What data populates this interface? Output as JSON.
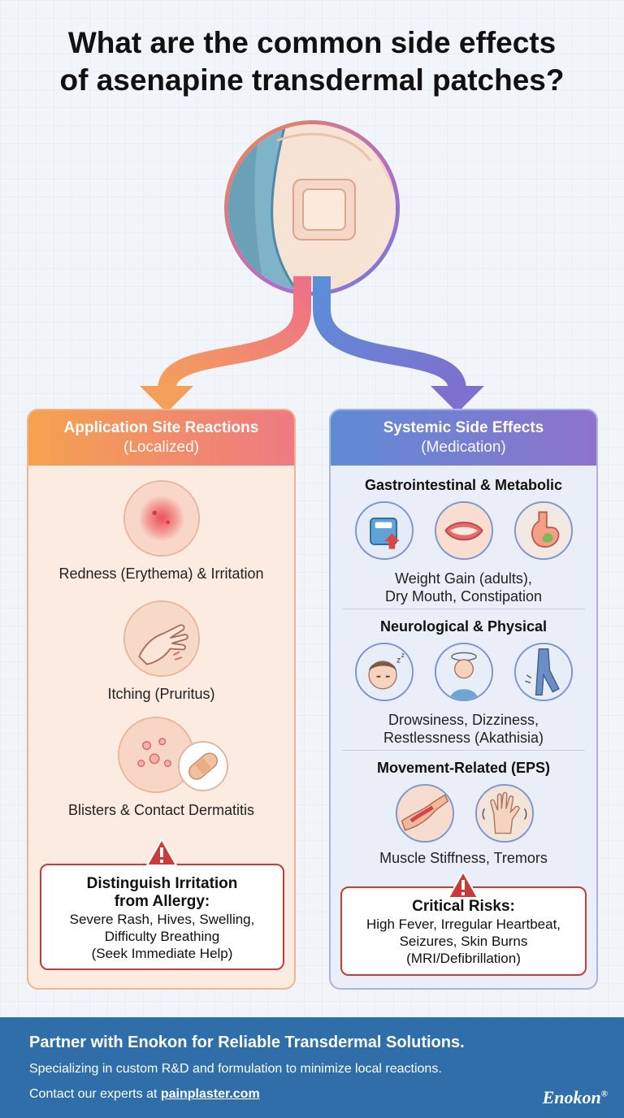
{
  "title": {
    "line1": "What are the common side effects",
    "line2": "of asenapine transdermal patches?"
  },
  "left_panel": {
    "heading": "Application Site Reactions",
    "subheading": "(Localized)",
    "items": [
      {
        "label": "Redness (Erythema) & Irritation",
        "icon": "redness-skin-icon"
      },
      {
        "label": "Itching (Pruritus)",
        "icon": "itching-hand-icon"
      },
      {
        "label": "Blisters & Contact Dermatitis",
        "icon": "blisters-bandage-icon"
      }
    ],
    "warning": {
      "title_line1": "Distinguish Irritation",
      "title_line2": "from Allergy:",
      "line1": "Severe Rash, Hives, Swelling,",
      "line2": "Difficulty Breathing",
      "line3": "(Seek Immediate Help)"
    }
  },
  "right_panel": {
    "heading": "Systemic Side Effects",
    "subheading": "(Medication)",
    "sections": [
      {
        "title": "Gastrointestinal & Metabolic",
        "line1": "Weight Gain (adults),",
        "line2": "Dry Mouth, Constipation"
      },
      {
        "title": "Neurological & Physical",
        "line1": "Drowsiness, Dizziness,",
        "line2": "Restlessness (Akathisia)"
      },
      {
        "title": "Movement-Related (EPS)",
        "line1": "Muscle Stiffness, Tremors"
      }
    ],
    "warning": {
      "title": "Critical Risks:",
      "line1": "High Fever, Irregular Heartbeat,",
      "line2": "Seizures, Skin Burns",
      "line3": "(MRI/Defibrillation)"
    }
  },
  "footer": {
    "headline": "Partner with Enokon for Reliable Transdermal Solutions.",
    "subline": "Specializing in custom R&D and formulation to minimize local reactions.",
    "contact_prefix": "Contact our experts at ",
    "contact_link": "painplaster.com",
    "brand": "Enokon",
    "brand_mark": "®"
  },
  "colors": {
    "left_accent": "#f4a24f",
    "right_accent": "#7b7fd0",
    "warning_red": "#c93a3a",
    "footer_blue": "#2f6ea8"
  }
}
